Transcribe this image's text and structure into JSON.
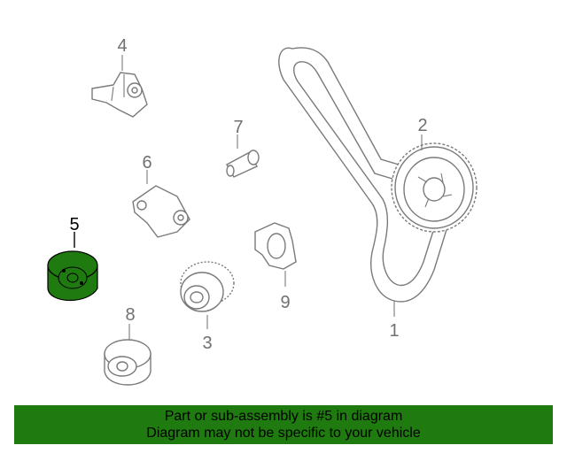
{
  "diagram": {
    "callouts": [
      "1",
      "2",
      "3",
      "4",
      "5",
      "6",
      "7",
      "8",
      "9"
    ],
    "highlighted_part": "5",
    "highlight_color": "#1f7a0f",
    "line_color": "#7a7a7a"
  },
  "banner": {
    "line1": "Part or sub-assembly is #5 in diagram",
    "line2": "Diagram may not be specific to your vehicle",
    "background": "#1f7a0f"
  }
}
